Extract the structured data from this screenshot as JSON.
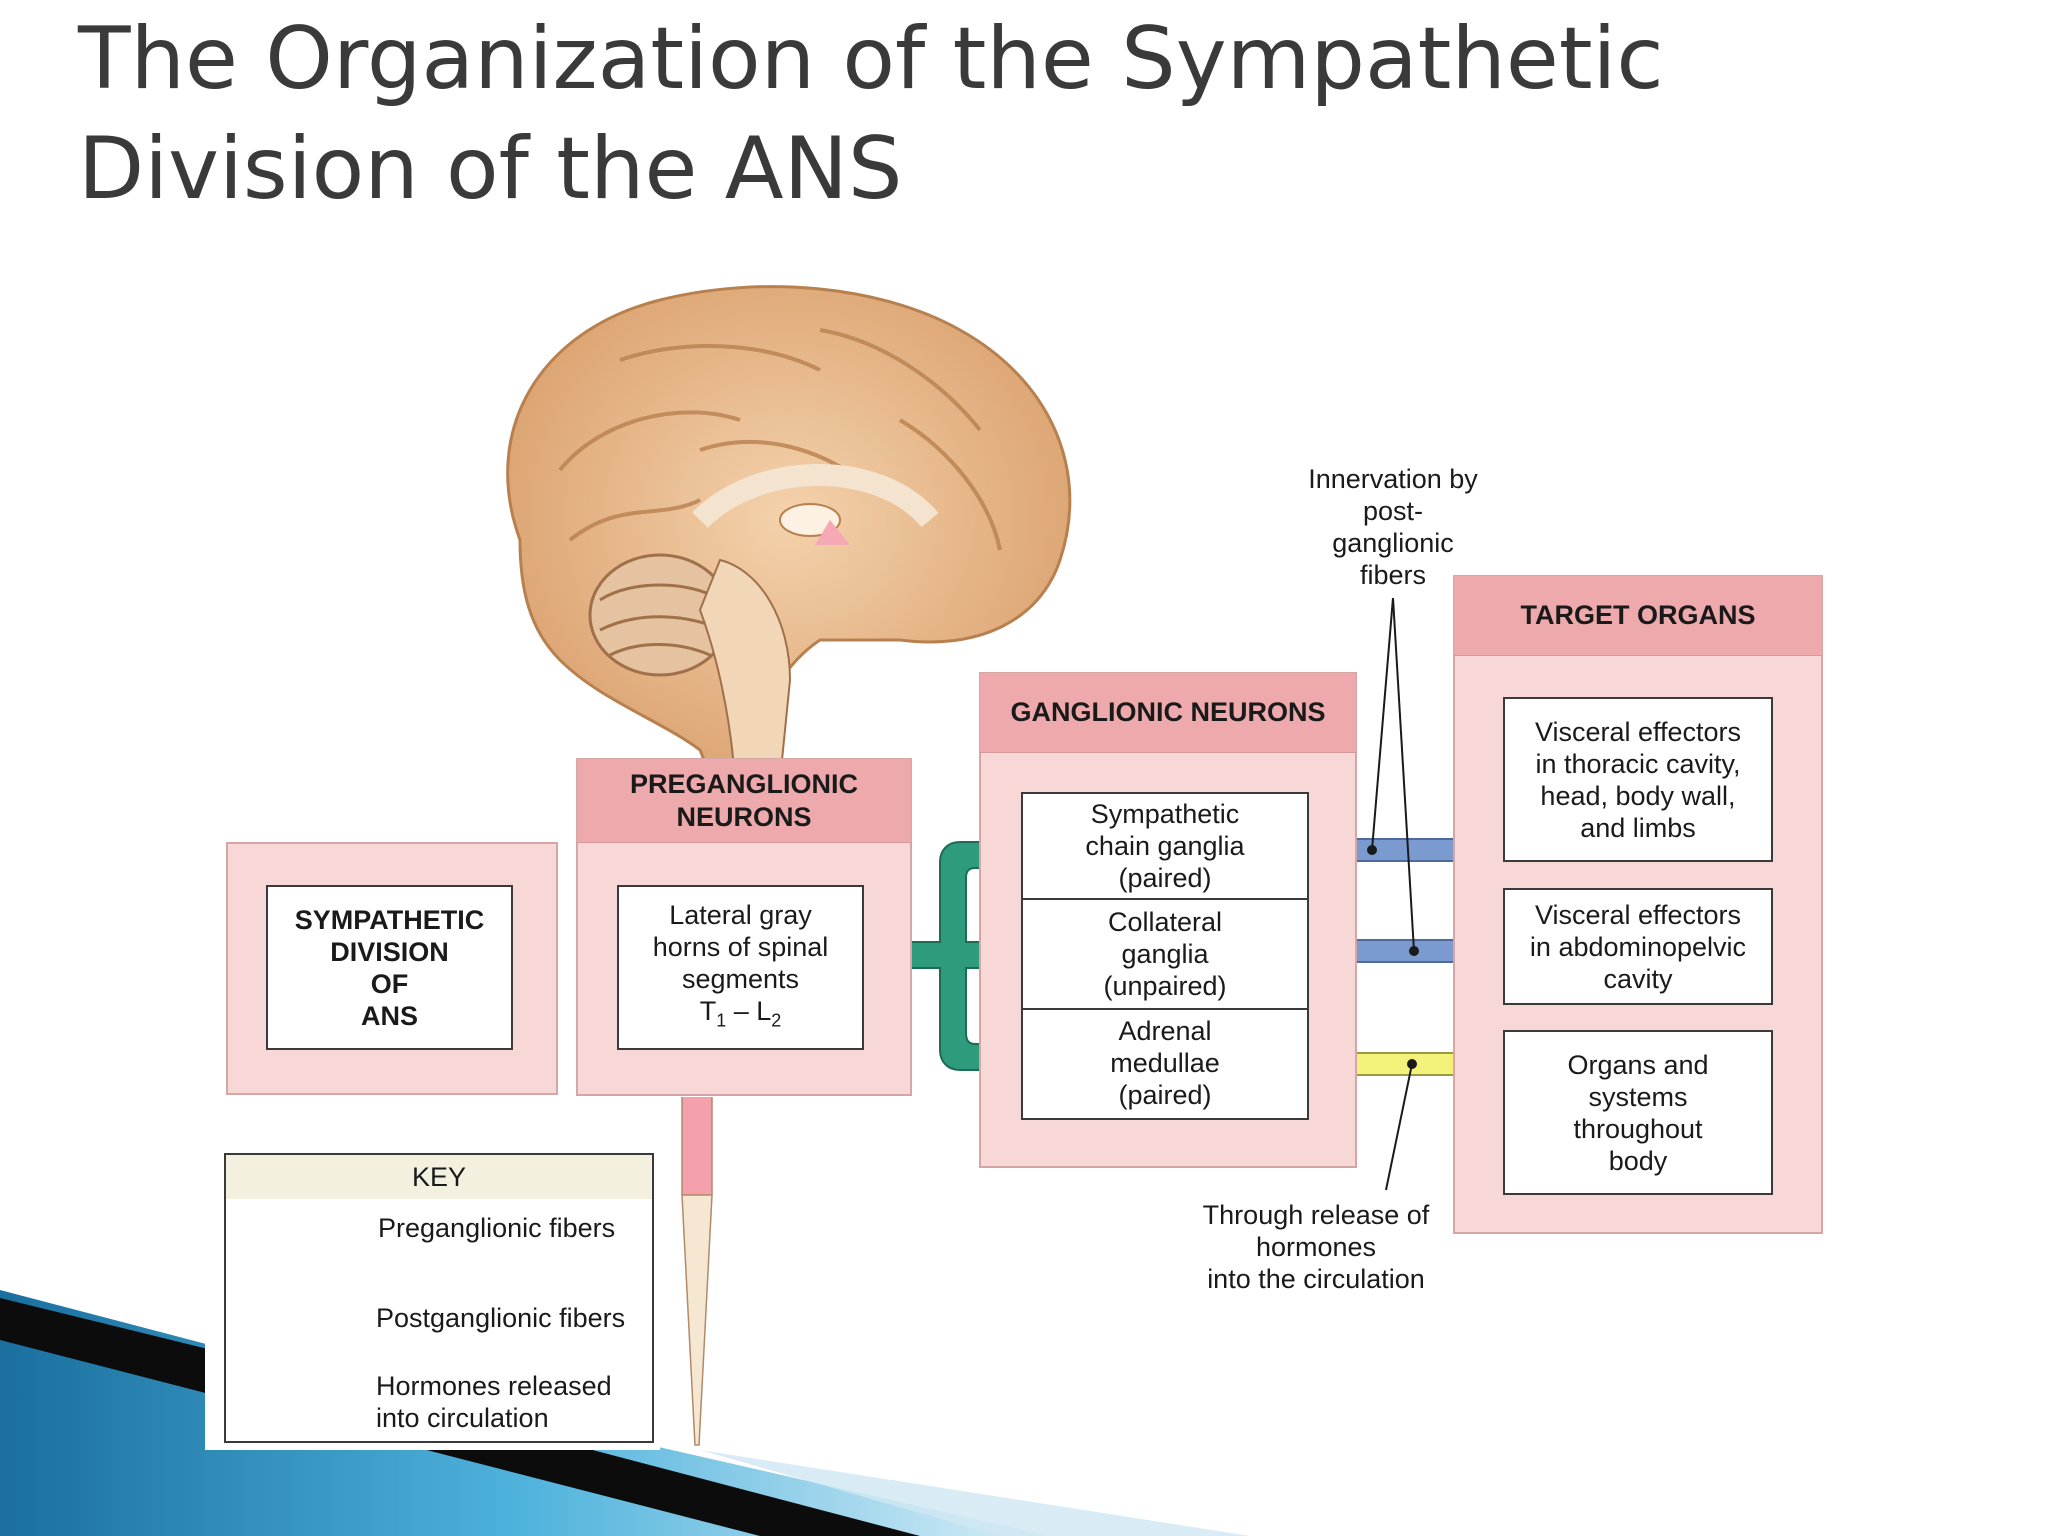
{
  "slide": {
    "title_line1": "The Organization of the Sympathetic",
    "title_line2": "Division of the ANS"
  },
  "diagram": {
    "division_box": [
      "SYMPATHETIC",
      "DIVISION",
      "OF",
      "ANS"
    ],
    "preganglionic": {
      "header": [
        "PREGANGLIONIC",
        "NEURONS"
      ],
      "box_lines": [
        "Lateral gray",
        "horns of spinal",
        "segments"
      ],
      "segment_range": {
        "start": "T",
        "start_sub": "1",
        "dash": " – ",
        "end": "L",
        "end_sub": "2"
      }
    },
    "ganglionic": {
      "header": "GANGLIONIC NEURONS",
      "cells": [
        [
          "Sympathetic",
          "chain ganglia",
          "(paired)"
        ],
        [
          "Collateral",
          "ganglia",
          "(unpaired)"
        ],
        [
          "Adrenal",
          "medullae",
          "(paired)"
        ]
      ]
    },
    "targets": {
      "header": "TARGET ORGANS",
      "boxes": [
        [
          "Visceral effectors",
          "in thoracic cavity,",
          "head, body wall,",
          "and limbs"
        ],
        [
          "Visceral effectors",
          "in abdominopelvic",
          "cavity"
        ],
        [
          "Organs and",
          "systems",
          "throughout",
          "body"
        ]
      ]
    },
    "callout_top": [
      "Innervation by",
      "post-",
      "ganglionic",
      "fibers"
    ],
    "callout_bottom": [
      "Through release of",
      "hormones",
      "into the circulation"
    ],
    "key": {
      "title": "KEY",
      "items": [
        {
          "label": [
            "Preganglionic fibers"
          ],
          "color": "#2e9c7c"
        },
        {
          "label": [
            "Postganglionic fibers"
          ],
          "color": "#7b9ad0"
        },
        {
          "label": [
            "Hormones released",
            "into circulation"
          ],
          "color": "#f3f27a"
        }
      ]
    },
    "colors": {
      "panel_fill": "#f8d7d7",
      "panel_header": "#eea9ac",
      "preganglionic_arrow": "#2e9c7c",
      "postganglionic_arrow": "#7b9ad0",
      "hormone_arrow": "#f3f27a",
      "brain": "#e8b98a",
      "slide_band": "#1f7fb0"
    }
  }
}
